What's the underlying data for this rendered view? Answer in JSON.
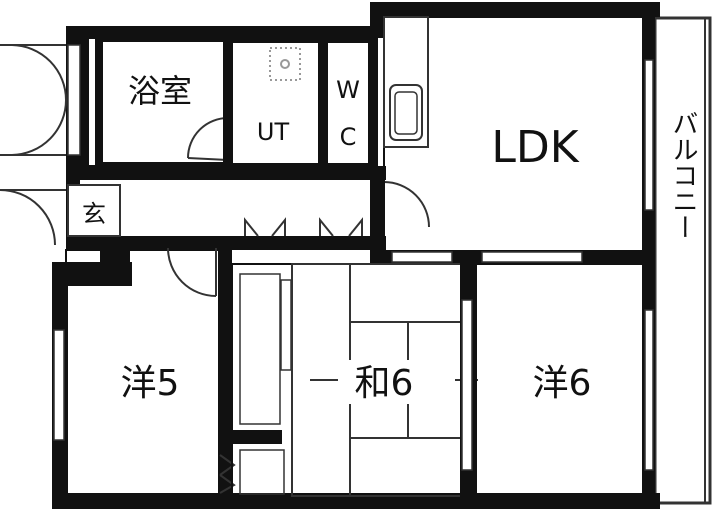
{
  "rooms": {
    "bath": "浴室",
    "ut": "UT",
    "wc_top": "W",
    "wc_bottom": "C",
    "ldk": "LDK",
    "entrance": "玄",
    "western5": "洋5",
    "japanese6": "和6",
    "western6": "洋6",
    "balcony": "バルコニー"
  },
  "colors": {
    "wall": "#111111",
    "line": "#333333",
    "background": "#ffffff",
    "ut_dots": "#999999"
  }
}
